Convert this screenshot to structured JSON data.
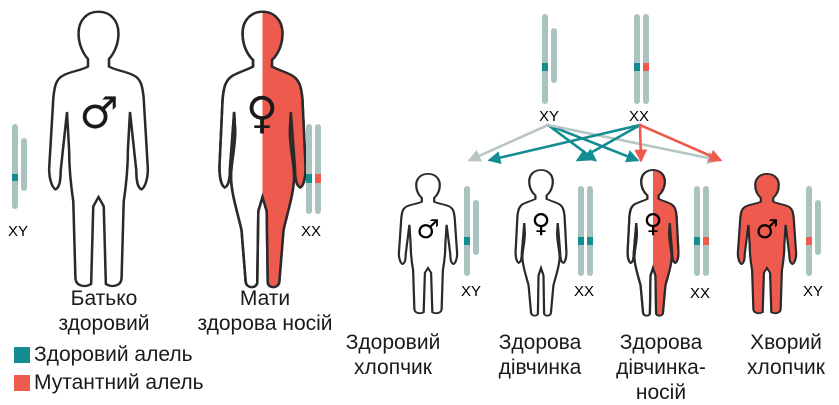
{
  "colors": {
    "healthy": "#138c92",
    "mutant": "#ef5a4e",
    "chromosome": "#a9c4bf",
    "outline": "#2a2a2a",
    "arrow_gray": "#b6c7c3"
  },
  "parents": {
    "father": {
      "line1": "Батько",
      "line2": "здоровий",
      "symbol": "♂",
      "karyotype": "XY"
    },
    "mother": {
      "line1": "Мати",
      "line2": "здорова носій",
      "symbol": "♀",
      "karyotype": "XX"
    }
  },
  "cross": {
    "father_karyotype": "XY",
    "mother_karyotype": "XX"
  },
  "children": [
    {
      "line1": "Здоровий",
      "line2": "хлопчик",
      "line3": "",
      "symbol": "♂",
      "karyotype": "XY"
    },
    {
      "line1": "Здорова",
      "line2": "дівчинка",
      "line3": "",
      "symbol": "♀",
      "karyotype": "XX"
    },
    {
      "line1": "Здорова",
      "line2": "дівчинка-",
      "line3": "носій",
      "symbol": "♀",
      "karyotype": "XX"
    },
    {
      "line1": "Хворий",
      "line2": "хлопчик",
      "line3": "",
      "symbol": "♂",
      "karyotype": "XY"
    }
  ],
  "legend": {
    "healthy": "Здоровий алель",
    "mutant": "Мутантний алель"
  }
}
